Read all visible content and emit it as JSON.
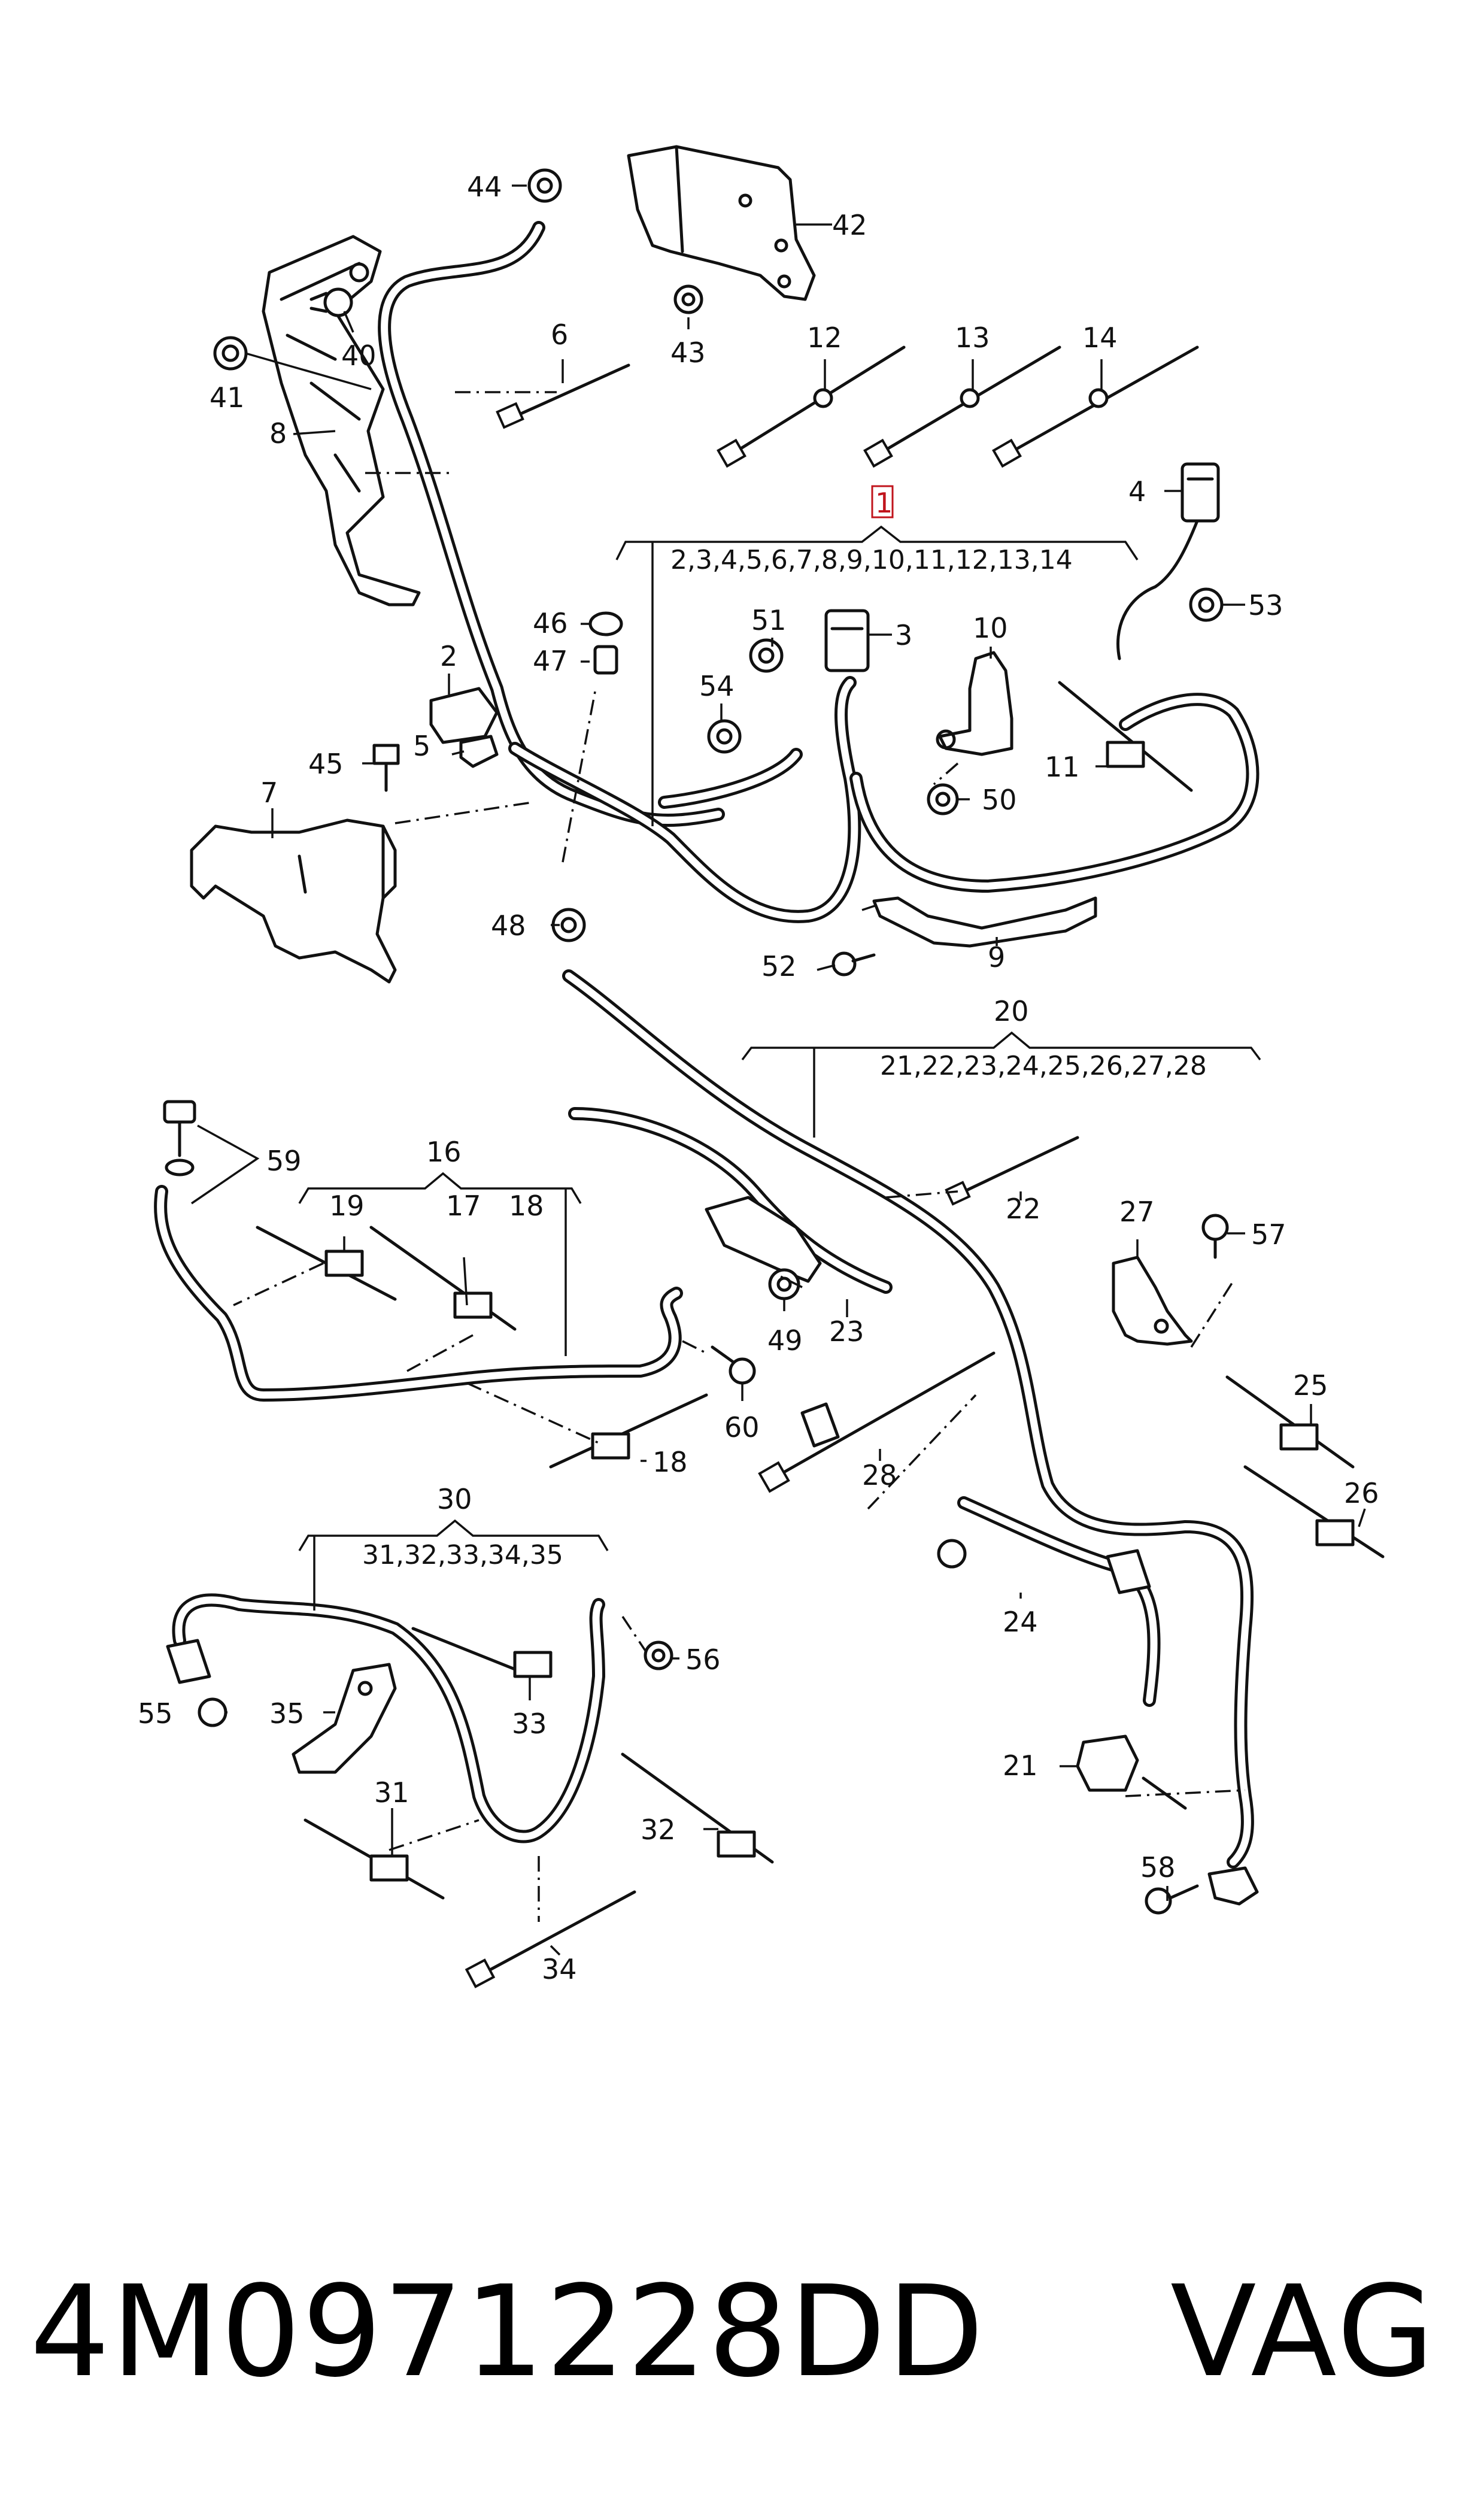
{
  "diagram": {
    "callouts": [
      "44",
      "42",
      "43",
      "40",
      "41",
      "8",
      "6",
      "12",
      "13",
      "14",
      "4",
      "53",
      "1",
      "3",
      "51",
      "54",
      "10",
      "46",
      "47",
      "2",
      "5",
      "45",
      "7",
      "11",
      "50",
      "48",
      "52",
      "9",
      "20",
      "59",
      "16",
      "19",
      "17",
      "18",
      "22",
      "27",
      "57",
      "23",
      "49",
      "60",
      "25",
      "26",
      "28",
      "30",
      "24",
      "56",
      "55",
      "35",
      "33",
      "21",
      "31",
      "32",
      "58",
      "34"
    ],
    "groups": {
      "g1": "2,3,4,5,6,7,8,9,10,11,12,13,14",
      "g20": "21,22,23,24,25,26,27,28",
      "g30": "31,32,33,34,35"
    }
  },
  "footer": {
    "part_number": "4M0971228DD",
    "brand": "VAG"
  }
}
